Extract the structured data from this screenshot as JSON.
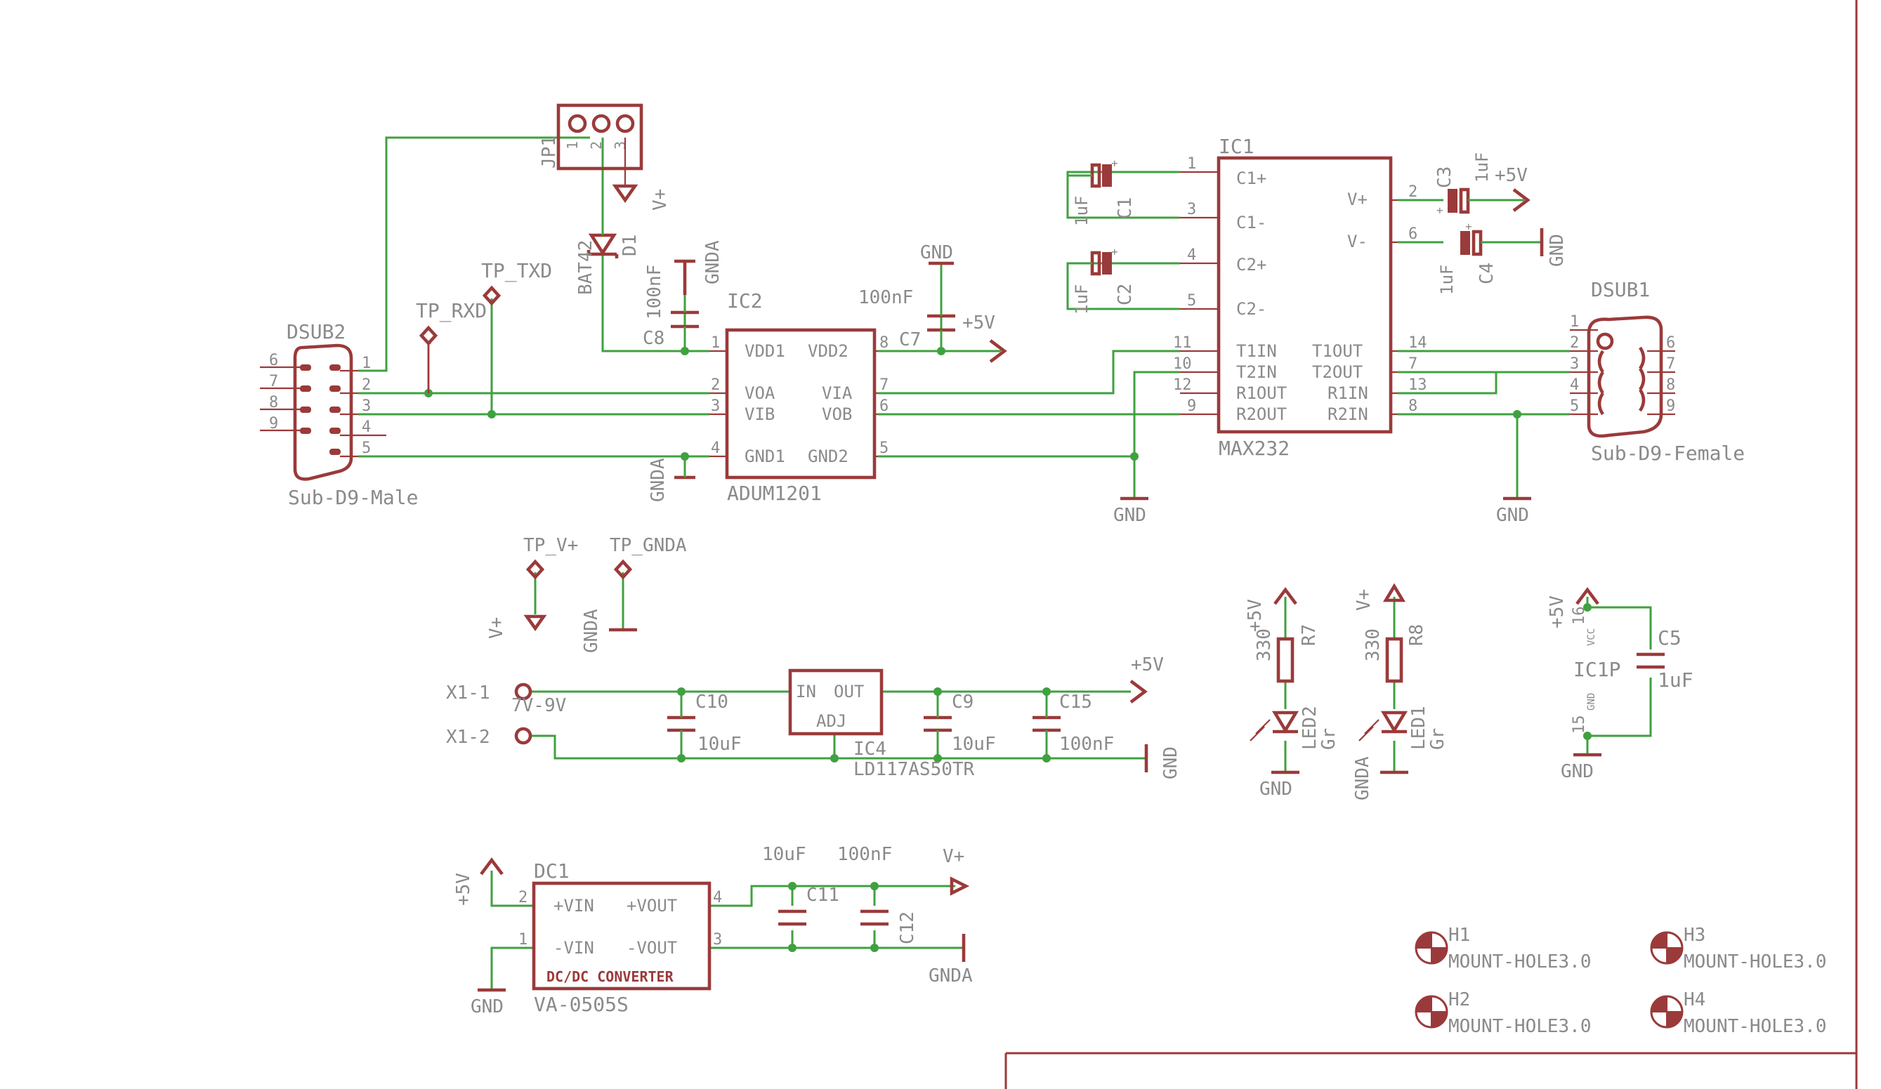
{
  "parts": {
    "jp1": {
      "ref": "JP1",
      "pins": [
        "1",
        "2",
        "3"
      ]
    },
    "d1": {
      "ref": "D1",
      "value": "BAT42"
    },
    "dsub2": {
      "ref": "DSUB2",
      "value": "Sub-D9-Male",
      "pins": [
        "6",
        "7",
        "8",
        "9",
        "1",
        "2",
        "3",
        "4",
        "5"
      ]
    },
    "dsub1": {
      "ref": "DSUB1",
      "value": "Sub-D9-Female",
      "pins": [
        "1",
        "2",
        "3",
        "4",
        "5",
        "6",
        "7",
        "8",
        "9"
      ]
    },
    "tp_rxd": "TP_RXD",
    "tp_txd": "TP_TXD",
    "tp_vplus": "TP_V+",
    "tp_gnda": "TP_GNDA",
    "c8": {
      "ref": "C8",
      "value": "100nF"
    },
    "c7": {
      "ref": "C7",
      "value": "100nF"
    },
    "ic2": {
      "ref": "IC2",
      "value": "ADUM1201",
      "left_pins": [
        {
          "num": "1",
          "name": "VDD1"
        },
        {
          "num": "2",
          "name": "VOA"
        },
        {
          "num": "3",
          "name": "VIB"
        },
        {
          "num": "4",
          "name": "GND1"
        }
      ],
      "right_pins": [
        {
          "num": "8",
          "name": "VDD2"
        },
        {
          "num": "7",
          "name": "VIA"
        },
        {
          "num": "6",
          "name": "VOB"
        },
        {
          "num": "5",
          "name": "GND2"
        }
      ]
    },
    "ic1": {
      "ref": "IC1",
      "value": "MAX232",
      "left_pins": [
        {
          "num": "1",
          "name": "C1+"
        },
        {
          "num": "3",
          "name": "C1-"
        },
        {
          "num": "4",
          "name": "C2+"
        },
        {
          "num": "5",
          "name": "C2-"
        },
        {
          "num": "11",
          "name": "T1IN"
        },
        {
          "num": "10",
          "name": "T2IN"
        },
        {
          "num": "12",
          "name": "R1OUT"
        },
        {
          "num": "9",
          "name": "R2OUT"
        }
      ],
      "right_pins": [
        {
          "num": "2",
          "name": "V+"
        },
        {
          "num": "6",
          "name": "V-"
        },
        {
          "num": "14",
          "name": "T1OUT"
        },
        {
          "num": "7",
          "name": "T2OUT"
        },
        {
          "num": "13",
          "name": "R1IN"
        },
        {
          "num": "8",
          "name": "R2IN"
        }
      ]
    },
    "c1": {
      "ref": "C1",
      "value": "1uF"
    },
    "c2": {
      "ref": "C2",
      "value": "1uF"
    },
    "c3": {
      "ref": "C3",
      "value": "1uF"
    },
    "c4": {
      "ref": "C4",
      "value": "1uF"
    },
    "x1": {
      "pin1": "X1-1",
      "pin2": "X1-2",
      "note": "7V-9V"
    },
    "c10": {
      "ref": "C10",
      "value": "10uF"
    },
    "c9": {
      "ref": "C9",
      "value": "10uF"
    },
    "c15": {
      "ref": "C15",
      "value": "100nF"
    },
    "ic4": {
      "ref": "IC4",
      "value": "LD117AS50TR",
      "pin_in": "IN",
      "pin_out": "OUT",
      "pin_adj": "ADJ"
    },
    "r7": {
      "ref": "R7",
      "value": "330"
    },
    "r8": {
      "ref": "R8",
      "value": "330"
    },
    "led2": {
      "ref": "LED2",
      "value": "Gr"
    },
    "led1": {
      "ref": "LED1",
      "value": "Gr"
    },
    "ic1p": {
      "ref": "IC1P",
      "pin_vcc_num": "16",
      "pin_vcc": "VCC",
      "pin_gnd_num": "15",
      "pin_gnd": "GND"
    },
    "c5": {
      "ref": "C5",
      "value": "1uF"
    },
    "dc1": {
      "ref": "DC1",
      "value": "VA-0505S",
      "body": "DC/DC CONVERTER",
      "left_pins": [
        {
          "num": "2",
          "name": "+VIN"
        },
        {
          "num": "1",
          "name": "-VIN"
        }
      ],
      "right_pins": [
        {
          "num": "4",
          "name": "+VOUT"
        },
        {
          "num": "3",
          "name": "-VOUT"
        }
      ]
    },
    "c11": {
      "ref": "C11",
      "value": "10uF"
    },
    "c12": {
      "ref": "C12",
      "value": "100nF"
    },
    "holes": [
      {
        "ref": "H1",
        "value": "MOUNT-HOLE3.0"
      },
      {
        "ref": "H2",
        "value": "MOUNT-HOLE3.0"
      },
      {
        "ref": "H3",
        "value": "MOUNT-HOLE3.0"
      },
      {
        "ref": "H4",
        "value": "MOUNT-HOLE3.0"
      }
    ]
  },
  "supplies": {
    "gnd": "GND",
    "gnda": "GNDA",
    "p5v": "+5V",
    "vplus": "V+"
  }
}
